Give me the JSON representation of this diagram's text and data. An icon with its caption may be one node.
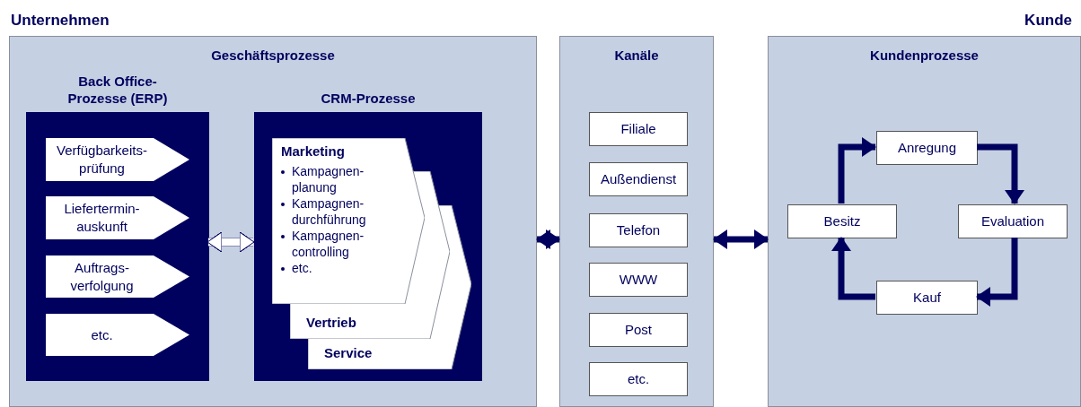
{
  "diagram": {
    "nodes": [
      {
        "text": [
          "Geschäftsprozesse"
        ]
      },
      {
        "text": [
          "Back Office- Prozesse (ERP)"
        ],
        "in": 0
      },
      {
        "text": [
          "Verfügbarkeits- prüfung"
        ],
        "in": 1
      },
      {
        "text": [
          "Liefertermin- auskunft"
        ],
        "in": 1
      },
      {
        "text": [
          "Auftrags- verfolgung"
        ],
        "in": 1
      },
      {
        "text": [
          "etc."
        ],
        "in": 1
      },
      {
        "text": [
          "CRM-Prozesse"
        ],
        "in": 0
      },
      {
        "text": [
          "Marketing",
          "Kampagnen- planung",
          "Kampagnen- durchführung",
          "Kampagnen- controlling",
          "etc."
        ],
        "in": 6
      },
      {
        "text": [
          "Vertrieb"
        ],
        "in": 6
      },
      {
        "text": [
          "Service"
        ],
        "in": 6
      },
      {
        "text": [
          "Kanäle"
        ]
      },
      {
        "text": [
          "Filiale"
        ],
        "in": 10
      },
      {
        "text": [
          "Außendienst"
        ],
        "in": 10
      },
      {
        "text": [
          "Telefon"
        ],
        "in": 10
      },
      {
        "text": [
          "WWW"
        ],
        "in": 10
      },
      {
        "text": [
          "Post"
        ],
        "in": 10
      },
      {
        "text": [
          "etc."
        ],
        "in": 10
      },
      {
        "text": [
          "Kundenprozesse"
        ]
      },
      {
        "text": [
          "Anregung"
        ],
        "in": 17
      },
      {
        "text": [
          "Evaluation"
        ],
        "in": 17
      },
      {
        "text": [
          "Kauf"
        ],
        "in": 17
      },
      {
        "text": [
          "Besitz"
        ],
        "in": 17
      }
    ],
    "edges": [
      {
        "from": 1,
        "to": 6,
        "arrow": "both",
        "color": "#ffffff"
      },
      {
        "from": 0,
        "to": 10,
        "arrow": "both"
      },
      {
        "from": 10,
        "to": 17,
        "arrow": "both"
      },
      {
        "from": 18,
        "to": 19,
        "arrow": "to"
      },
      {
        "from": 19,
        "to": 20,
        "arrow": "to"
      },
      {
        "from": 20,
        "to": 21,
        "arrow": "to"
      },
      {
        "from": 21,
        "to": 18,
        "arrow": "to"
      }
    ],
    "labels": [
      "Unternehmen",
      "Kunde"
    ]
  }
}
